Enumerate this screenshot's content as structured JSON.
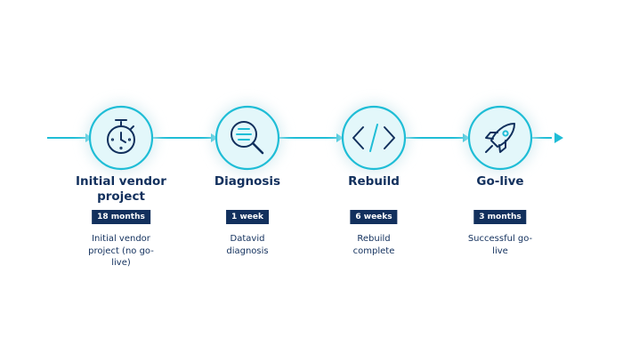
{
  "colors": {
    "accent": "#1fbdd6",
    "circle_fill": "#e3f7fa",
    "navy": "#12305d",
    "halo": "#e8f3f6"
  },
  "stages": [
    {
      "title": "Initial vendor project",
      "badge": "18 months",
      "description": "Initial vendor project (no go-live)",
      "icon": "stopwatch-icon"
    },
    {
      "title": "Diagnosis",
      "badge": "1 week",
      "description": "Datavid diagnosis",
      "icon": "magnifier-icon"
    },
    {
      "title": "Rebuild",
      "badge": "6 weeks",
      "description": "Rebuild complete",
      "icon": "code-brackets-icon"
    },
    {
      "title": "Go-live",
      "badge": "3 months",
      "description": "Successful go-live",
      "icon": "rocket-icon"
    }
  ]
}
